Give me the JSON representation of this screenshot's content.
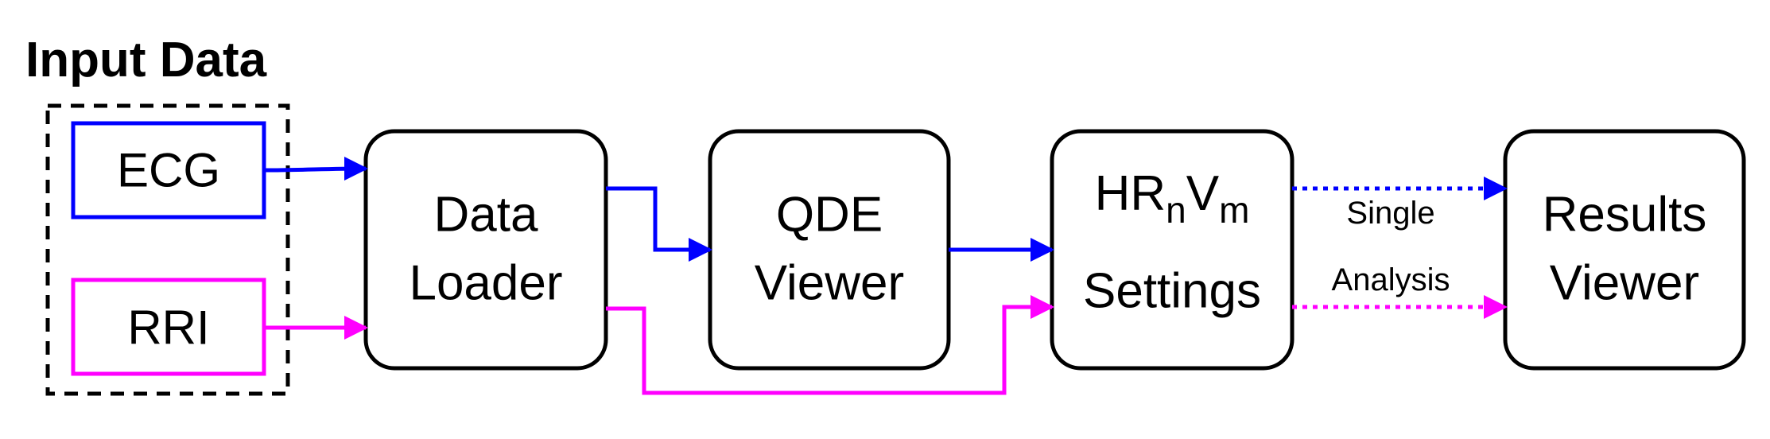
{
  "title": "Input Data",
  "inputs": {
    "ecg": "ECG",
    "rri": "RRI"
  },
  "nodes": {
    "data_loader": [
      "Data",
      "Loader"
    ],
    "qde_viewer": [
      "QDE",
      "Viewer"
    ],
    "hrv_settings": {
      "line1": {
        "a": "HR",
        "sub1": "n",
        "b": "V",
        "sub2": "m"
      },
      "line2": "Settings"
    },
    "results_viewer": [
      "Results",
      "Viewer"
    ]
  },
  "edge_labels": {
    "single": "Single",
    "analysis": "Analysis"
  },
  "colors": {
    "ecg_path": "#0000ff",
    "rri_path": "#ff00ff",
    "stroke": "#000000"
  }
}
